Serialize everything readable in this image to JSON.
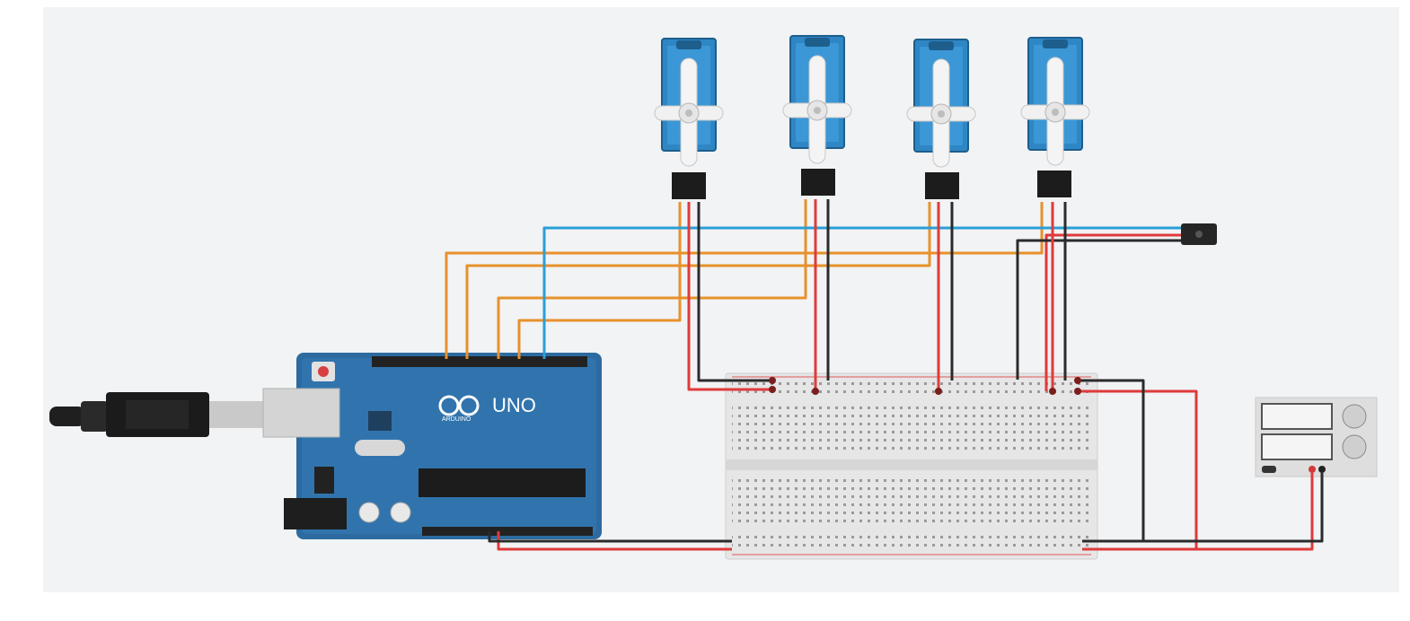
{
  "canvas": {
    "background": "#f1f3f5"
  },
  "arduino": {
    "model_label": "UNO",
    "board_color": "#2c6aa0"
  },
  "wire_colors": {
    "signal": "#e8912b",
    "power": "#e03a3a",
    "ground": "#2b2b2b",
    "sensor": "#2a9fd6"
  },
  "components": {
    "servos": [
      {
        "name": "servo-1"
      },
      {
        "name": "servo-2"
      },
      {
        "name": "servo-3"
      },
      {
        "name": "servo-4"
      }
    ],
    "sensor": {
      "name": "sensor-module"
    },
    "power_supply": {
      "name": "bench-power-supply"
    },
    "usb": {
      "name": "usb-cable"
    },
    "breadboard": {
      "name": "breadboard"
    }
  }
}
